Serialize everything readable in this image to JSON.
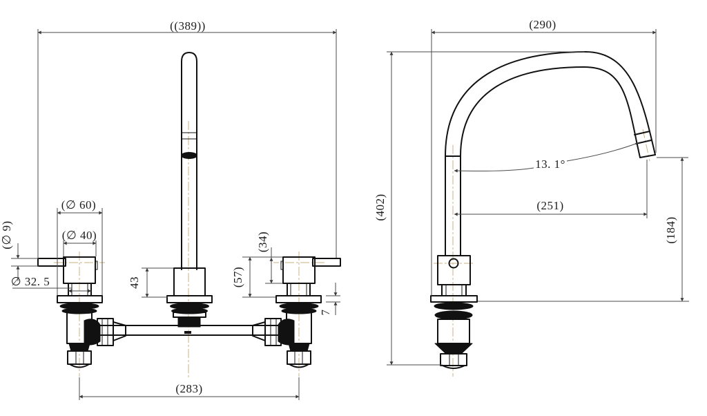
{
  "drawing": {
    "type": "technical-dimension-drawing",
    "subject": "two-handle widespread faucet with gooseneck swivel spout",
    "views": [
      "front elevation",
      "side elevation"
    ],
    "units": "mm",
    "colors": {
      "background": "#ffffff",
      "object_line": "#111111",
      "dimension_line": "#4a4a4a",
      "centerline": "#c9b283"
    }
  },
  "front_view": {
    "dimensions": {
      "overall_width": "((389))",
      "escutcheon_diameter": "(∅ 60)",
      "handle_body_diameter": "(∅ 40)",
      "lever_diameter": "(∅ 9)",
      "neck_diameter": "∅ 32. 5",
      "spout_base_height": "43",
      "handle_height": "(57)",
      "handle_body_height": "(34)",
      "flange_thickness": "7",
      "tap_hole_centres": "(283)"
    }
  },
  "side_view": {
    "dimensions": {
      "spout_overall_reach": "(290)",
      "overall_height": "(402)",
      "outlet_angle": "13. 1°",
      "spout_reach": "(251)",
      "outlet_height": "(184)"
    }
  }
}
